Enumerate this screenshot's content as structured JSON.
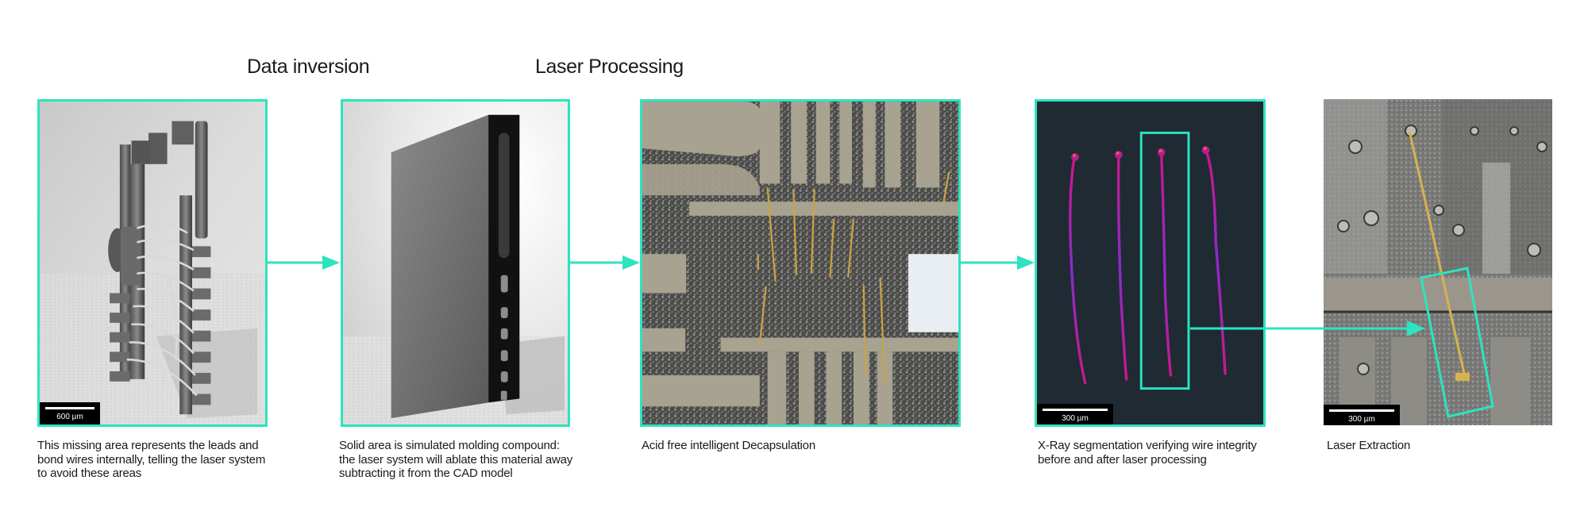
{
  "headings": {
    "data_inversion": "Data inversion",
    "laser_processing": "Laser Processing"
  },
  "panels": [
    {
      "id": "cad-leadframe",
      "image": "3D CAD render of lead frame and bond wires (grey)",
      "scale_bar": "600 µm",
      "caption": "This missing area represents the leads and bond wires internally, telling the laser system to avoid these areas"
    },
    {
      "id": "cad-molding",
      "image": "3D CAD render of solid molding compound block",
      "caption": "Solid area is simulated molding compound: the laser system will ablate this material away subtracting it from the CAD model"
    },
    {
      "id": "decap-photo",
      "image": "Microscope photo of decapsulated die with exposed gold bond wires",
      "caption": "Acid free intelligent Decapsulation"
    },
    {
      "id": "xray-segmentation",
      "image": "X-ray segmentation of four bond wires (magenta) on dark background",
      "scale_bar": "300 µm",
      "caption": "X-Ray segmentation verifying wire integrity before and after laser processing"
    },
    {
      "id": "laser-extraction",
      "image": "Microscope photo of single extracted gold wire with highlighted region",
      "scale_bar": "300 µm",
      "caption": "Laser Extraction"
    }
  ],
  "colors": {
    "accent": "#2de3c0",
    "xray_bg": "#1f2a33",
    "wire_magenta": "#c0188c",
    "wire_violet": "#7a2bd0",
    "gold_wire": "#c9a441"
  }
}
